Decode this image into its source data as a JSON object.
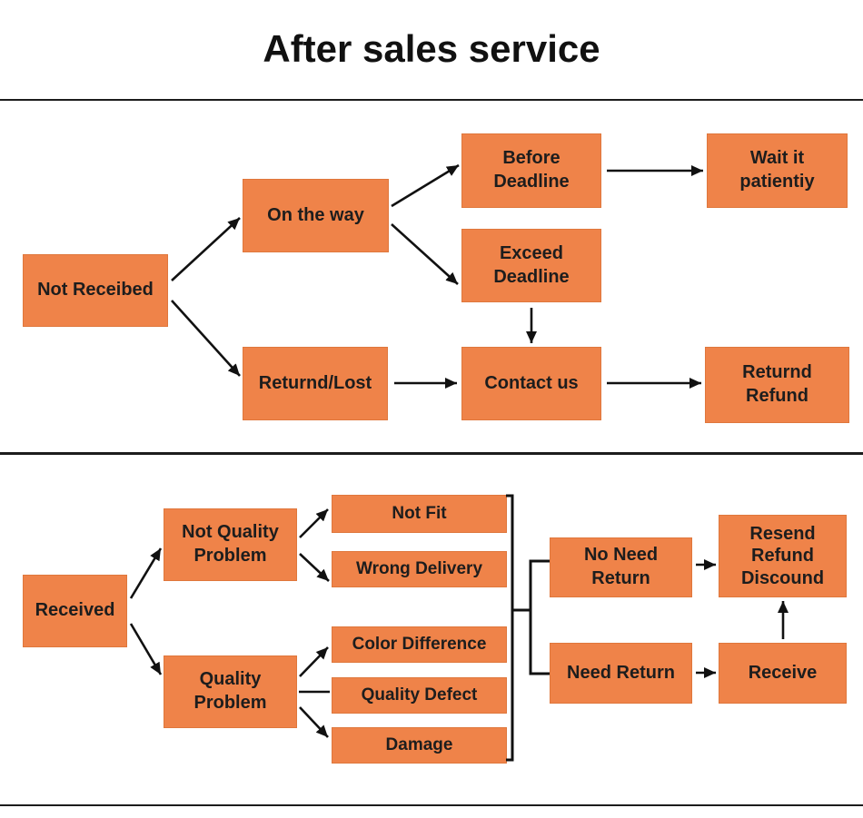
{
  "title": "After sales service",
  "colors": {
    "node_fill": "#EF8349",
    "line": "#111111",
    "background": "#FFFFFF",
    "text": "#1D1D1D"
  },
  "nodes": {
    "not_received": "Not Receibed",
    "on_the_way": "On the way",
    "before_deadline": "Before\nDeadline",
    "wait_patiently": "Wait it\npatientiy",
    "exceed_deadline": "Exceed\nDeadline",
    "returned_lost": "Returnd/Lost",
    "contact_us": "Contact us",
    "returned_refund": "Returnd\nRefund",
    "received": "Received",
    "not_quality_problem": "Not Quality\nProblem",
    "quality_problem": "Quality\nProblem",
    "not_fit": "Not Fit",
    "wrong_delivery": "Wrong Delivery",
    "color_difference": "Color Difference",
    "quality_defect": "Quality Defect",
    "damage": "Damage",
    "no_need_return": "No Need\nReturn",
    "need_return": "Need Return",
    "resend_refund_discount": "Resend\nRefund\nDiscound",
    "receive": "Receive"
  },
  "edges": [
    {
      "from": "not_received",
      "to": "on_the_way"
    },
    {
      "from": "not_received",
      "to": "returned_lost"
    },
    {
      "from": "on_the_way",
      "to": "before_deadline"
    },
    {
      "from": "on_the_way",
      "to": "exceed_deadline"
    },
    {
      "from": "before_deadline",
      "to": "wait_patiently"
    },
    {
      "from": "exceed_deadline",
      "to": "contact_us"
    },
    {
      "from": "returned_lost",
      "to": "contact_us"
    },
    {
      "from": "contact_us",
      "to": "returned_refund"
    },
    {
      "from": "received",
      "to": "not_quality_problem"
    },
    {
      "from": "received",
      "to": "quality_problem"
    },
    {
      "from": "not_quality_problem",
      "to": "not_fit"
    },
    {
      "from": "not_quality_problem",
      "to": "wrong_delivery"
    },
    {
      "from": "quality_problem",
      "to": "color_difference"
    },
    {
      "from": "quality_problem",
      "to": "quality_defect"
    },
    {
      "from": "quality_problem",
      "to": "damage"
    },
    {
      "from": "outcomes_bracket",
      "to": "no_need_return"
    },
    {
      "from": "outcomes_bracket",
      "to": "need_return"
    },
    {
      "from": "no_need_return",
      "to": "resend_refund_discount"
    },
    {
      "from": "need_return",
      "to": "receive"
    },
    {
      "from": "receive",
      "to": "resend_refund_discount"
    }
  ]
}
